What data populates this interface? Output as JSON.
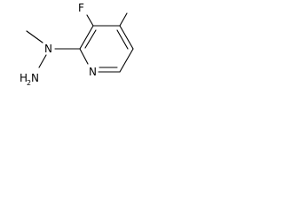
{
  "molecule": {
    "atoms": {
      "fluorine": "F",
      "ring_nitrogen": "N",
      "amine_nitrogen": "N",
      "amino_h": "H",
      "amino_h_count": "2",
      "amino_n": "N"
    },
    "bond_color": "#000000",
    "label_color": "#000000"
  }
}
